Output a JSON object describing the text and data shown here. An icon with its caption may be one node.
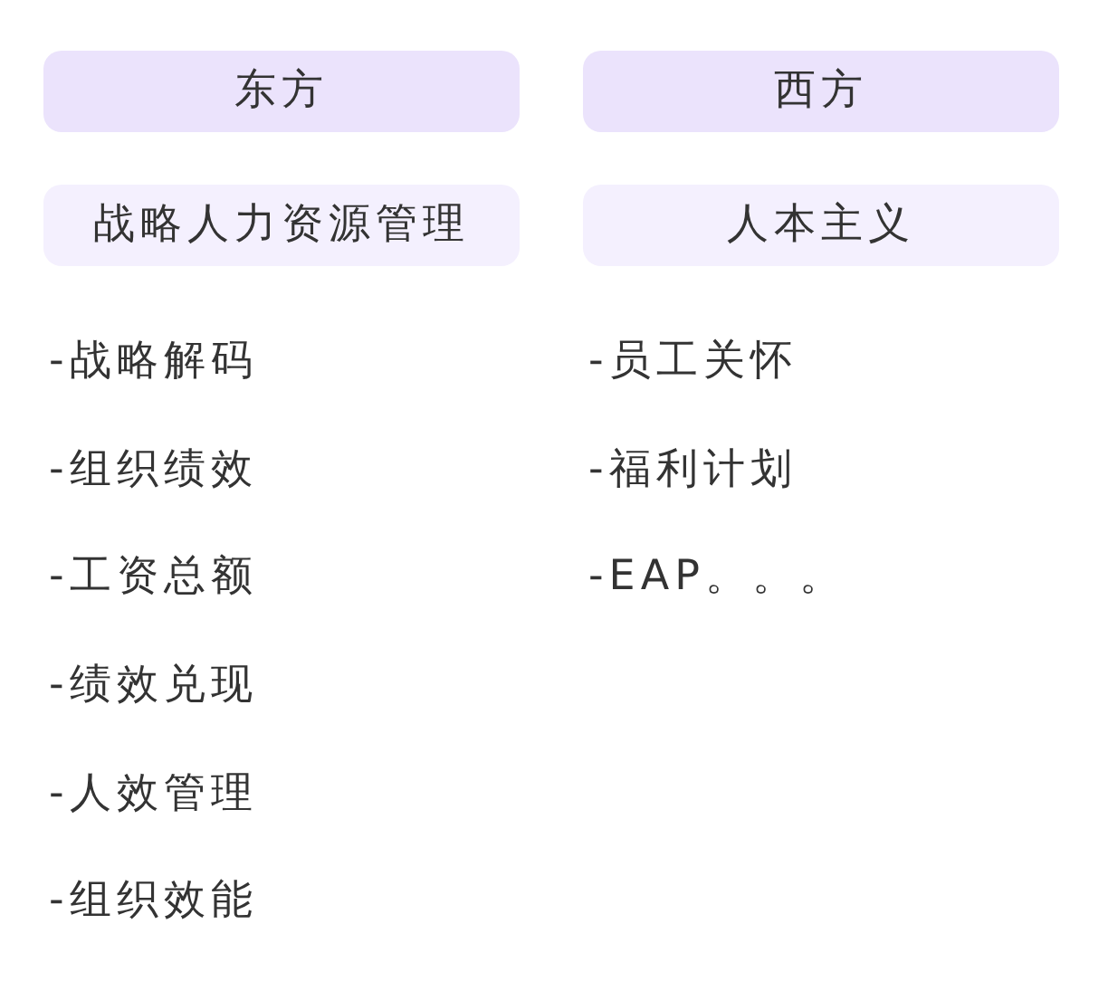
{
  "diagram": {
    "nodes": [
      {
        "text": [
          "东方"
        ]
      },
      {
        "text": [
          "西方"
        ]
      },
      {
        "text": [
          "战略人力资源管理"
        ]
      },
      {
        "text": [
          "人本主义"
        ]
      }
    ],
    "labels": [
      "-战略解码",
      "-组织绩效",
      "-工资总额",
      "-绩效兑现",
      "-人效管理",
      "-组织效能",
      "-员工关怀",
      "-福利计划",
      "-EAP。。。"
    ]
  }
}
